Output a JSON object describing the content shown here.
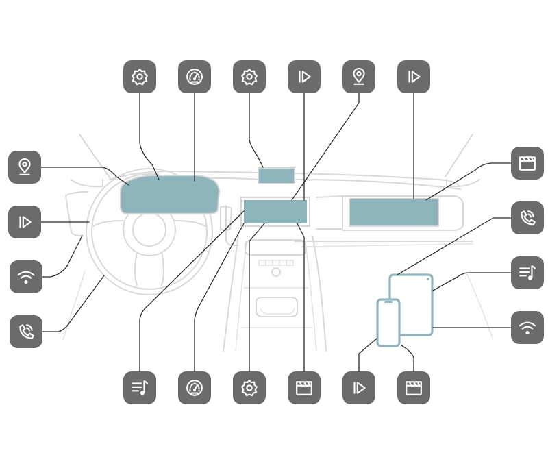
{
  "colors": {
    "badge": "#6b6b6b",
    "screen_fill": "#8fb5bc",
    "device_outline": "#8fb5bc",
    "sketch_line": "#d9d9d9",
    "leader_line": "#2b2b2b",
    "background": "#ffffff"
  },
  "diagram": {
    "car_parts": [
      "steering-wheel",
      "instrument-cluster-screen",
      "head-up-display",
      "center-infotainment-screen",
      "passenger-display-screen",
      "center-console",
      "tablet-device",
      "smartphone-device"
    ],
    "badges": [
      {
        "id": "top-1",
        "icon": "gear-icon"
      },
      {
        "id": "top-2",
        "icon": "speedometer-icon"
      },
      {
        "id": "top-3",
        "icon": "gear-icon"
      },
      {
        "id": "top-4",
        "icon": "play-icon"
      },
      {
        "id": "top-5",
        "icon": "location-pin-icon"
      },
      {
        "id": "top-6",
        "icon": "play-icon"
      },
      {
        "id": "left-1",
        "icon": "location-pin-icon"
      },
      {
        "id": "left-2",
        "icon": "play-icon"
      },
      {
        "id": "left-3",
        "icon": "wifi-icon"
      },
      {
        "id": "left-4",
        "icon": "phone-icon"
      },
      {
        "id": "right-1",
        "icon": "clapperboard-icon"
      },
      {
        "id": "right-2",
        "icon": "phone-icon"
      },
      {
        "id": "right-3",
        "icon": "playlist-icon"
      },
      {
        "id": "right-4",
        "icon": "wifi-icon"
      },
      {
        "id": "bottom-1",
        "icon": "playlist-icon"
      },
      {
        "id": "bottom-2",
        "icon": "speedometer-icon"
      },
      {
        "id": "bottom-3",
        "icon": "gear-icon"
      },
      {
        "id": "bottom-4",
        "icon": "clapperboard-icon"
      },
      {
        "id": "bottom-5",
        "icon": "play-icon"
      },
      {
        "id": "bottom-6",
        "icon": "clapperboard-icon"
      }
    ]
  }
}
